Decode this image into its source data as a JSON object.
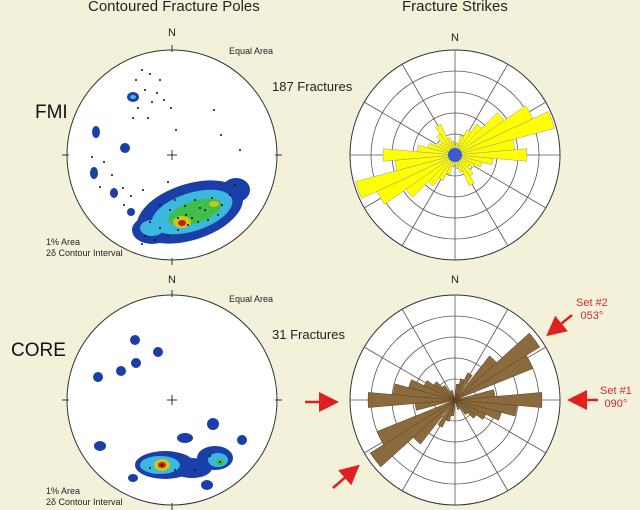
{
  "headers": {
    "left": "Contoured Fracture Poles",
    "right": "Fracture Strikes"
  },
  "north_label": "N",
  "panels": [
    {
      "id": "fmi",
      "label": "FMI",
      "projection": "Equal Area",
      "count_label": "187 Fractures",
      "area_label": "1% Area",
      "contour_label": "2δ Contour Interval"
    },
    {
      "id": "core",
      "label": "CORE",
      "projection": "Equal Area",
      "count_label": "31 Fractures",
      "area_label": "1% Area",
      "contour_label": "2δ Contour Interval"
    }
  ],
  "annotations": {
    "set1": {
      "name": "Set #1",
      "azimuth": "090°"
    },
    "set2": {
      "name": "Set #2",
      "azimuth": "053°"
    }
  },
  "colors": {
    "background": "#f4f1db",
    "fmi_petals": "#ffff00",
    "core_petals": "#8b6b3d",
    "contour_low": "#1b3fa8",
    "contour_mid": "#3ab8e0",
    "contour_high": "#3fbf4a",
    "contour_top": "#cc1a1a",
    "arrow": "#e02020"
  }
}
